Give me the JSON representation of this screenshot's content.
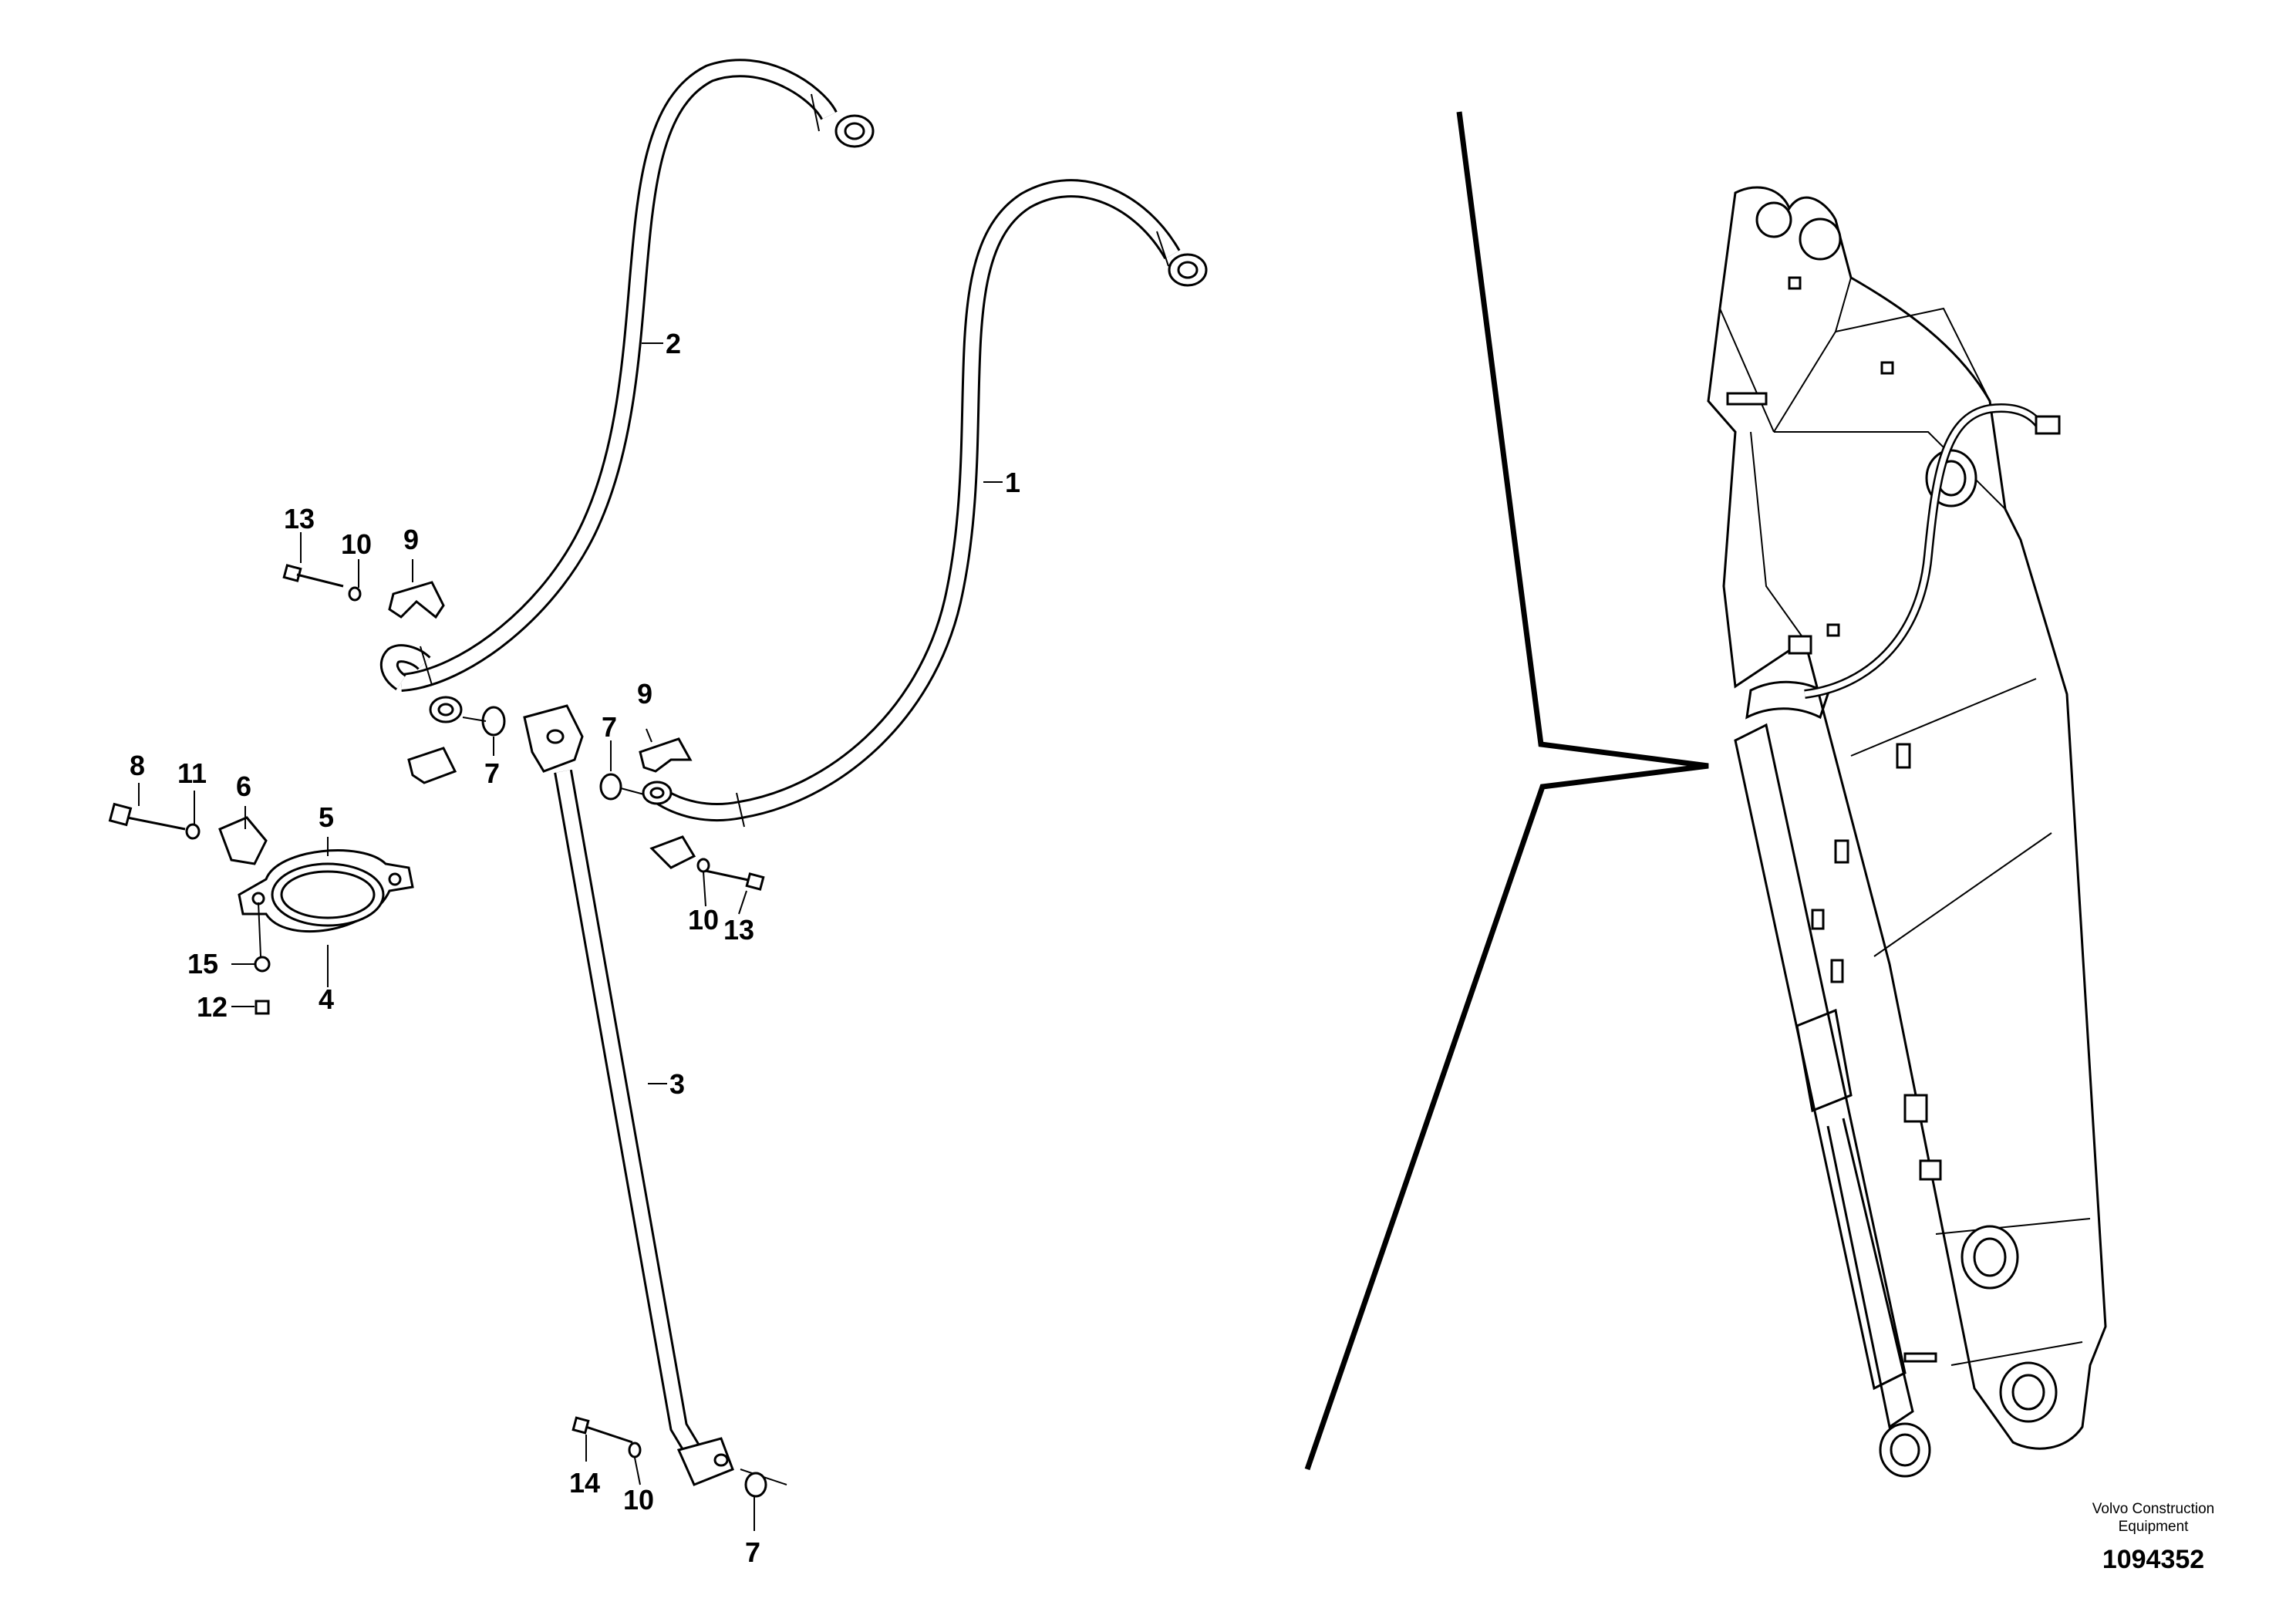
{
  "labels": [
    {
      "id": "1",
      "text": "1"
    },
    {
      "id": "2",
      "text": "2"
    },
    {
      "id": "3",
      "text": "3"
    },
    {
      "id": "4",
      "text": "4"
    },
    {
      "id": "5",
      "text": "5"
    },
    {
      "id": "6",
      "text": "6"
    },
    {
      "id": "7a",
      "text": "7"
    },
    {
      "id": "7b",
      "text": "7"
    },
    {
      "id": "7c",
      "text": "7"
    },
    {
      "id": "8",
      "text": "8"
    },
    {
      "id": "9a",
      "text": "9"
    },
    {
      "id": "9b",
      "text": "9"
    },
    {
      "id": "10a",
      "text": "10"
    },
    {
      "id": "10b",
      "text": "10"
    },
    {
      "id": "10c",
      "text": "10"
    },
    {
      "id": "11",
      "text": "11"
    },
    {
      "id": "12",
      "text": "12"
    },
    {
      "id": "13a",
      "text": "13"
    },
    {
      "id": "13b",
      "text": "13"
    },
    {
      "id": "14",
      "text": "14"
    },
    {
      "id": "15",
      "text": "15"
    }
  ],
  "footer": {
    "brand_line1": "Volvo Construction",
    "brand_line2": "Equipment",
    "doc_number": "1094352"
  }
}
